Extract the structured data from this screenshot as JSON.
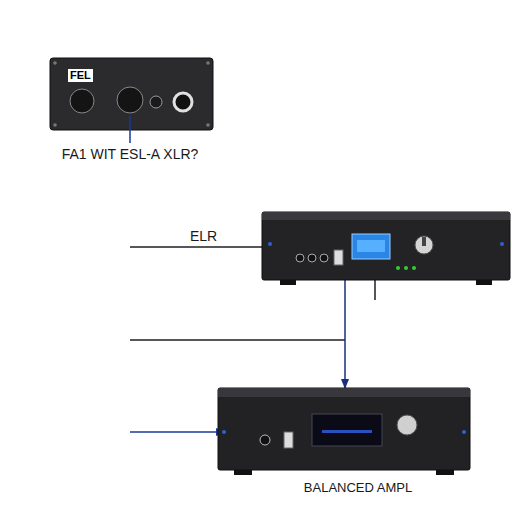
{
  "diagram": {
    "nodes": [
      {
        "text": [
          "FEL",
          "FA1 WIT ESL-A XLR?"
        ]
      },
      {
        "text": [
          "ELR"
        ]
      },
      {
        "text": [
          "BALANCED AMPL"
        ]
      }
    ],
    "edges": [
      {
        "from": 1,
        "to": 2,
        "arrow": "to"
      }
    ]
  }
}
